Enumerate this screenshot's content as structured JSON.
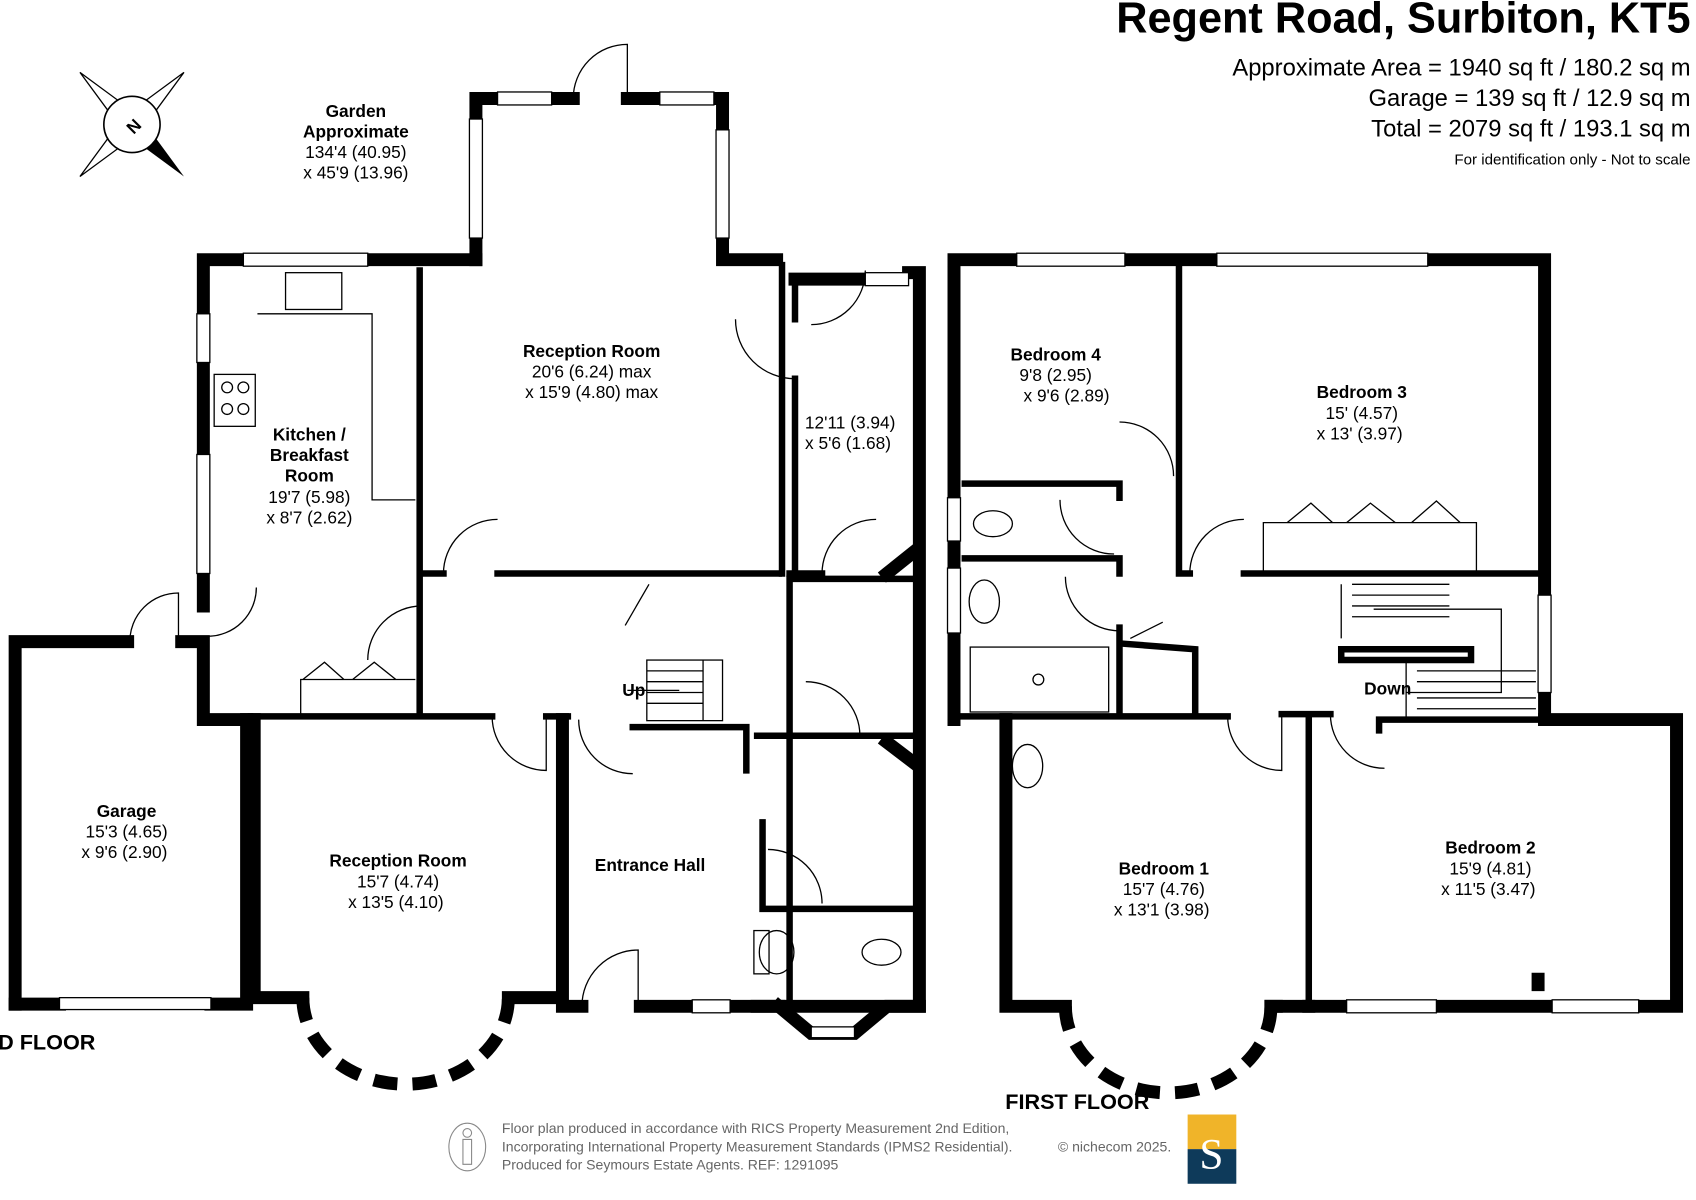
{
  "header": {
    "title": "Regent Road, Surbiton, KT5",
    "area_lines": [
      "Approximate Area = 1940 sq ft / 180.2 sq m",
      "Garage = 139 sq ft / 12.9 sq m",
      "Total = 2079 sq ft / 193.1 sq m"
    ],
    "note": "For identification only - Not to scale"
  },
  "compass": {
    "label": "N"
  },
  "garden": {
    "title1": "Garden",
    "title2": "Approximate",
    "dim1": "134'4 (40.95)",
    "dim2": "x 45'9 (13.96)"
  },
  "ground_floor": {
    "label": "GROUND FLOOR",
    "rooms": [
      {
        "name": "Kitchen /",
        "name2": "Breakfast",
        "name3": "Room",
        "dim1": "19'7 (5.98)",
        "dim2": "x 8'7 (2.62)"
      },
      {
        "name": "Reception Room",
        "dim1": "20'6 (6.24) max",
        "dim2": "x 15'9 (4.80) max"
      },
      {
        "name": "",
        "dim1": "12'11 (3.94)",
        "dim2": "x 5'6 (1.68)"
      },
      {
        "name": "Garage",
        "dim1": "15'3 (4.65)",
        "dim2": "x 9'6 (2.90)"
      },
      {
        "name": "Reception Room",
        "dim1": "15'7 (4.74)",
        "dim2": "x 13'5 (4.10)"
      },
      {
        "name": "Entrance Hall"
      }
    ],
    "stairs_label": "Up"
  },
  "first_floor": {
    "label": "FIRST FLOOR",
    "rooms": [
      {
        "name": "Bedroom 4",
        "dim1": "9'8 (2.95)",
        "dim2": "x 9'6 (2.89)"
      },
      {
        "name": "Bedroom 3",
        "dim1": "15' (4.57)",
        "dim2": "x 13' (3.97)"
      },
      {
        "name": "Bedroom 1",
        "dim1": "15'7 (4.76)",
        "dim2": "x 13'1 (3.98)"
      },
      {
        "name": "Bedroom 2",
        "dim1": "15'9 (4.81)",
        "dim2": "x 11'5 (3.47)"
      }
    ],
    "stairs_label": "Down"
  },
  "footer": {
    "lines": [
      "Floor plan produced in accordance with RICS Property Measurement 2nd Edition,",
      "Incorporating International Property Measurement Standards (IPMS2 Residential).",
      "Produced for Seymours Estate Agents.   REF: 1291095"
    ],
    "copyright": "© nichecom 2025.",
    "logo_letter": "S",
    "logo_colors": {
      "top": "#f0b429",
      "bottom": "#0e3a5a"
    }
  }
}
